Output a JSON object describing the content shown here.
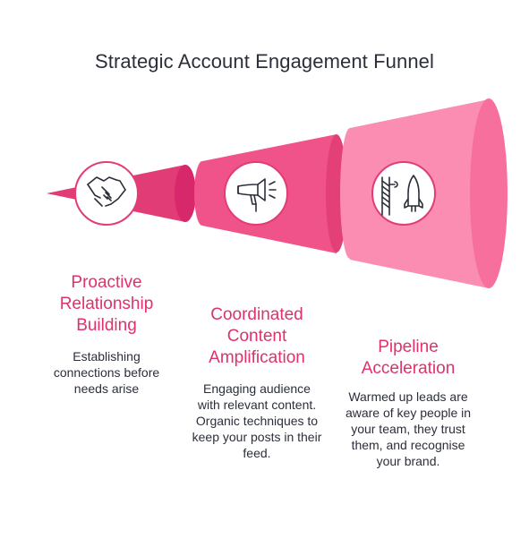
{
  "title": "Strategic Account Engagement Funnel",
  "stages": [
    {
      "title": "Proactive Relationship Building",
      "description": "Establishing connections before needs arise",
      "icon": "handshake-icon"
    },
    {
      "title": "Coordinated Content Amplification",
      "description": "Engaging audience with relevant content. Organic techniques to keep your posts in their feed.",
      "icon": "megaphone-icon"
    },
    {
      "title": "Pipeline Acceleration",
      "description": "Warmed up leads are aware of key people in your team, they trust them, and recognise your brand.",
      "icon": "rocket-launch-icon"
    }
  ],
  "colors": {
    "stage1": "#e23c76",
    "stage2": "#f0538a",
    "stage3": "#fb8db2",
    "accent_text": "#e0306e"
  }
}
